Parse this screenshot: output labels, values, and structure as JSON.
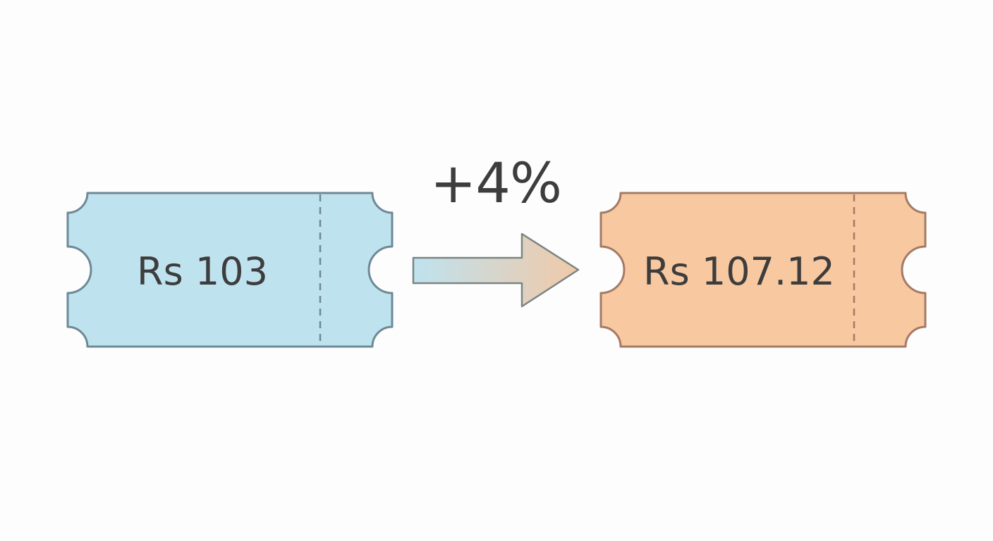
{
  "tickets": {
    "old": {
      "price": "Rs 103",
      "fill": "#bfe2ef",
      "stroke": "#6e8996"
    },
    "new": {
      "price": "Rs 107.12",
      "fill": "#f8c8a0",
      "stroke": "#a37b66"
    }
  },
  "change": {
    "label": "+4%"
  },
  "arrow": {
    "start_color": "#bfe2ef",
    "end_color": "#f0c9a8",
    "stroke": "#7b8585"
  },
  "icons": [
    "ticket-icon",
    "arrow-right-icon"
  ]
}
